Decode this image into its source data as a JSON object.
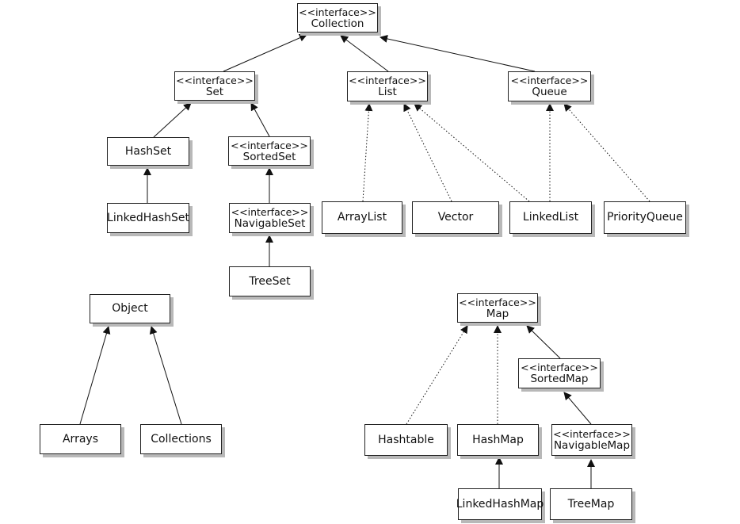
{
  "stereotype": "<<interface>>",
  "nodes": {
    "collection": "Collection",
    "set": "Set",
    "list": "List",
    "queue": "Queue",
    "hashset": "HashSet",
    "sortedset": "SortedSet",
    "linkedhashset": "LinkedHashSet",
    "navigableset": "NavigableSet",
    "treeset": "TreeSet",
    "arraylist": "ArrayList",
    "vector": "Vector",
    "linkedlist": "LinkedList",
    "priorityqueue": "PriorityQueue",
    "object": "Object",
    "arrays": "Arrays",
    "collections": "Collections",
    "map": "Map",
    "sortedmap": "SortedMap",
    "hashtable": "Hashtable",
    "hashmap": "HashMap",
    "navigablemap": "NavigableMap",
    "linkedhashmap": "LinkedHashMap",
    "treemap": "TreeMap"
  }
}
